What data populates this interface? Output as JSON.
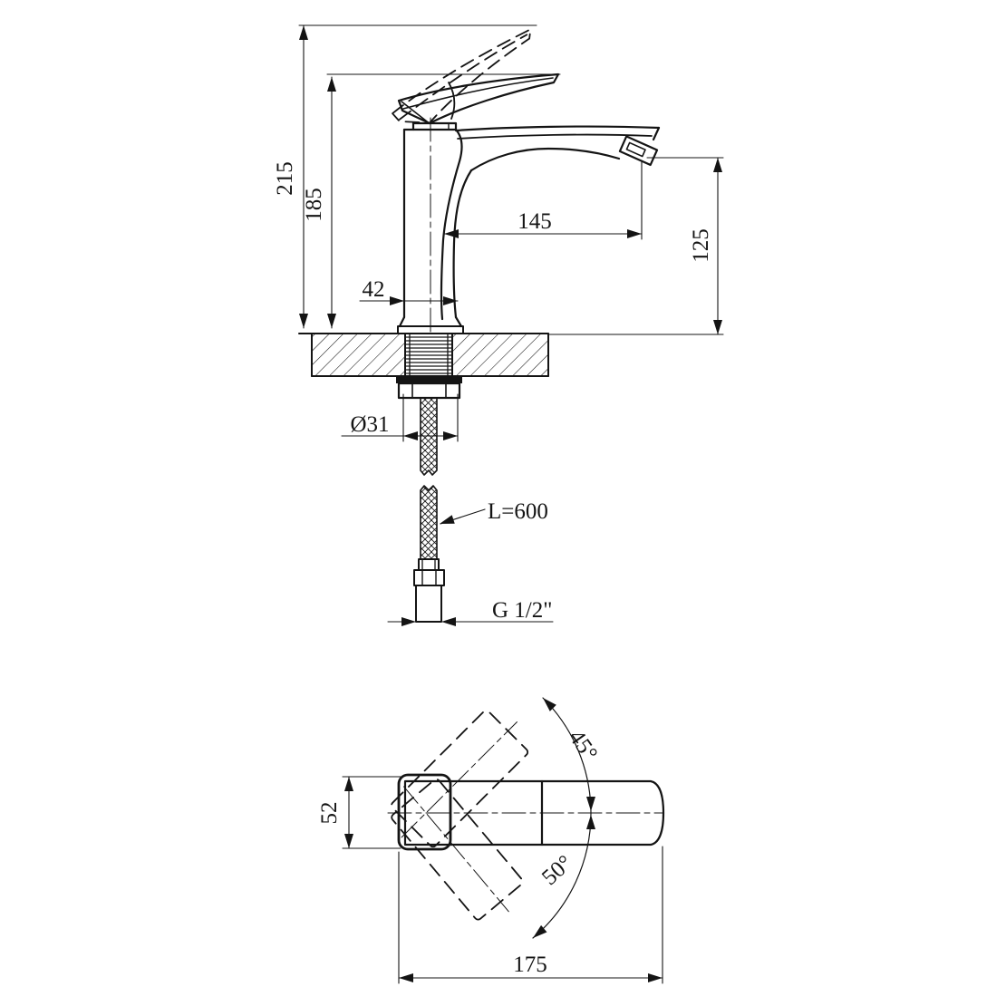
{
  "drawing": {
    "kind": "faucet installation technical drawing",
    "views": [
      "side-elevation-with-mounting-section",
      "plan-view-with-handle-swing"
    ]
  },
  "dims": {
    "overall_height": "215",
    "body_height": "185",
    "base_width": "42",
    "spout_reach": "145",
    "spout_height": "125",
    "shank_diameter": "Ø31",
    "hose_length": "L=600",
    "connection_thread": "G 1/2\"",
    "body_width": "52",
    "overall_length": "175",
    "handle_swing_up": "45°",
    "handle_swing_down": "50°"
  },
  "colors": {
    "ink": "#141414",
    "paper": "#ffffff"
  }
}
